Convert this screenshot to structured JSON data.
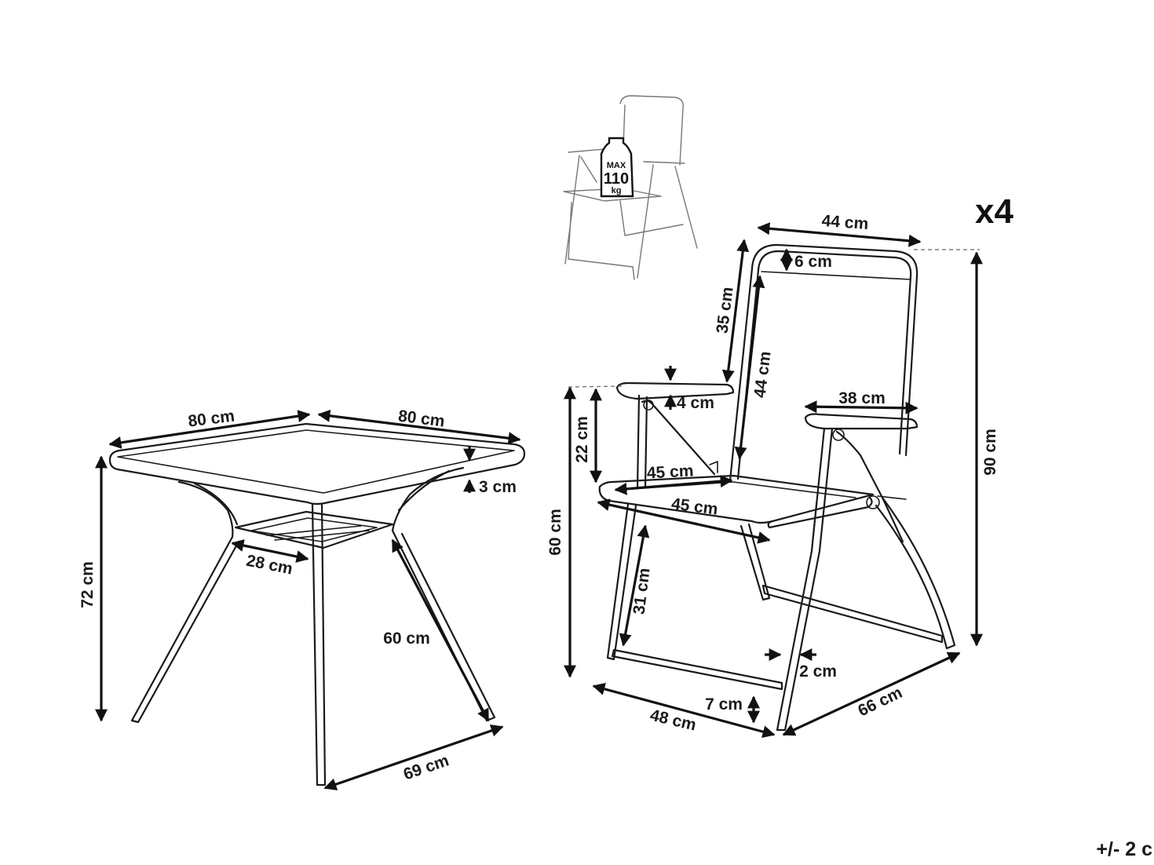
{
  "multiplier": "x4",
  "tolerance": "+/- 2 c",
  "weight_badge": {
    "line1": "MAX",
    "line2": "110",
    "line3": "kg"
  },
  "table": {
    "width_left": "80 cm",
    "width_right": "80 cm",
    "top_thickness": "3 cm",
    "height": "72 cm",
    "shelf": "28 cm",
    "leg": "60 cm",
    "leg_span": "69 cm"
  },
  "chair": {
    "back_width": "44 cm",
    "back_top": "6 cm",
    "back_upper": "35 cm",
    "back_height": "44 cm",
    "armrest_thickness": "4 cm",
    "armrest_length": "38 cm",
    "armrest_to_seat": "22 cm",
    "seat_depth": "45 cm",
    "seat_width": "45 cm",
    "arm_height": "60 cm",
    "total_height": "90 cm",
    "seat_height": "31 cm",
    "tube": "2 cm",
    "foot_bar": "7 cm",
    "base_width": "48 cm",
    "base_depth": "66 cm"
  }
}
